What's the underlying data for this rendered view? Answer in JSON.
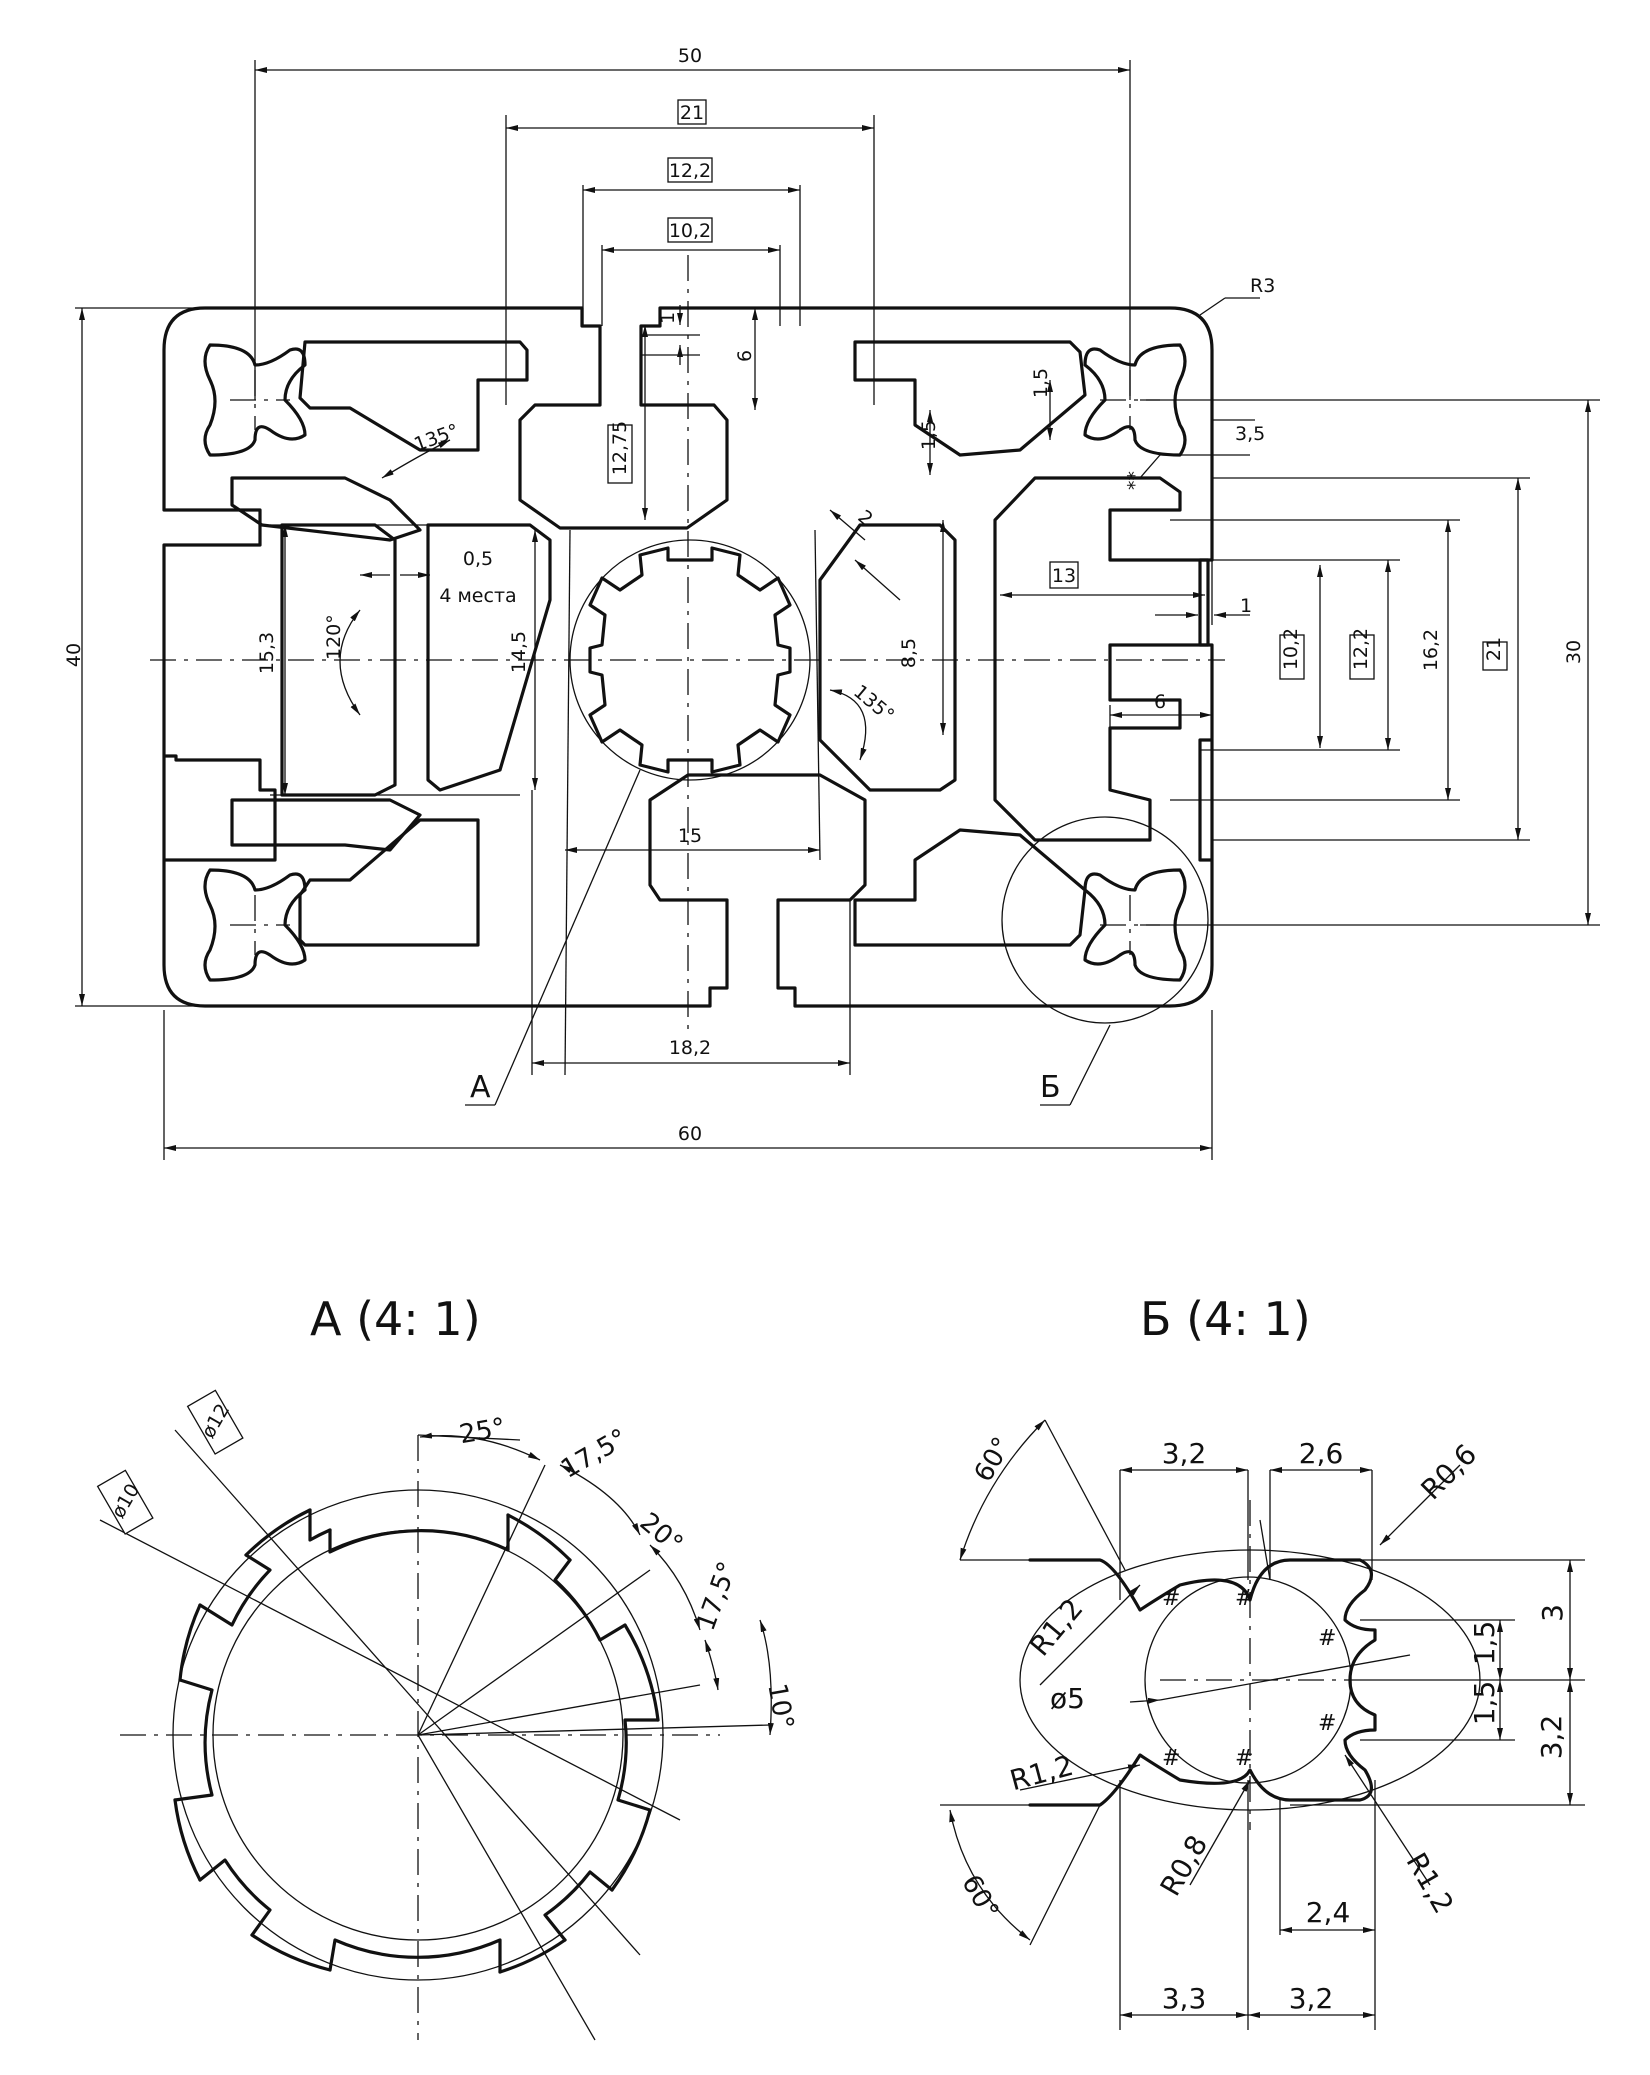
{
  "main_view": {
    "dims": {
      "overall_width": "60",
      "overall_height": "40",
      "top_span": "50",
      "slot_span_21": "21",
      "slot_span_12_2": "12,2",
      "slot_span_10_2": "10,2",
      "lip_1": "1",
      "depth_6": "6",
      "depth_12_75": "12,75",
      "wall_1_5_a": "1,5",
      "wall_1_5_b": "1,5",
      "corner_r3": "R3",
      "angle_135_top": "135°",
      "angle_135_center": "135°",
      "angle_120": "120°",
      "chamfer_2": "2",
      "offset_0_5": "0,5",
      "places_4": "4 места",
      "height_15_3": "15,3",
      "height_14_5": "14,5",
      "height_8_5": "8,5",
      "bore_15": "15",
      "span_18_2": "18,2",
      "right_3_5": "3,5",
      "right_13": "13",
      "right_1": "1",
      "right_6": "6",
      "right_10_2": "10,2",
      "right_12_2": "12,2",
      "right_16_2": "16,2",
      "right_21": "21",
      "right_30": "30"
    },
    "callouts": {
      "detail_a": "А",
      "detail_b": "Б"
    },
    "marks": {
      "special": "**"
    }
  },
  "detail_a": {
    "title": "А (4: 1)",
    "dims": {
      "dia_12": "ø12",
      "dia_10": "ø10",
      "angle_25": "25°",
      "angle_17_5_a": "17,5°",
      "angle_20": "20°",
      "angle_17_5_b": "17,5°",
      "angle_10": "10°"
    }
  },
  "detail_b": {
    "title": "Б (4: 1)",
    "dims": {
      "angle_60_top": "60°",
      "angle_60_bottom": "60°",
      "width_3_2_top": "3,2",
      "width_2_6": "2,6",
      "r0_6": "R0,6",
      "r1_2_a": "R1,2",
      "r1_2_b": "R1,2",
      "r1_2_c": "R1,2",
      "dia_5": "ø5",
      "h_3": "3",
      "h_1_5_a": "1,5",
      "h_1_5_b": "1,5",
      "h_3_2": "3,2",
      "r0_8": "R0,8",
      "w_2_4": "2,4",
      "w_3_3": "3,3",
      "w_3_2_bottom": "3,2"
    },
    "marks": {
      "hash": "#"
    }
  }
}
